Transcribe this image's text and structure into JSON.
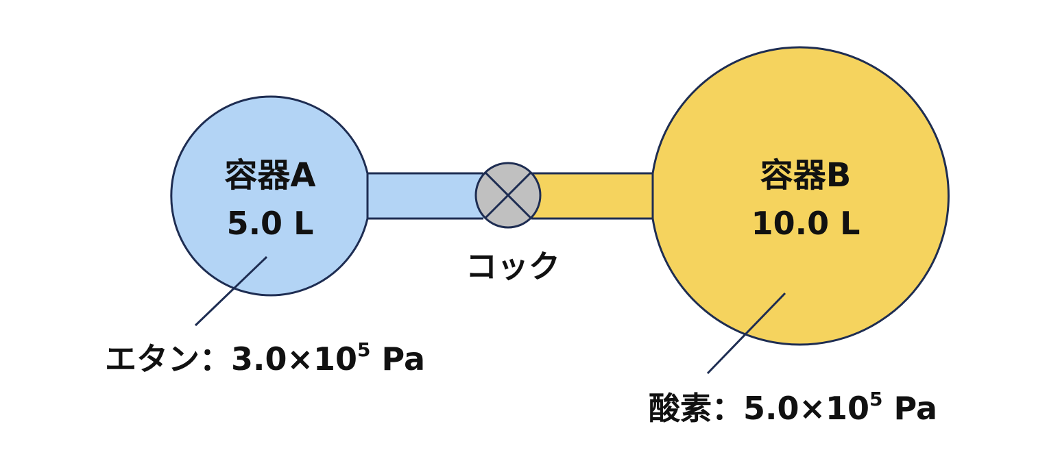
{
  "container_a": {
    "name": "容器A",
    "volume": "5.0 L",
    "gas_label": "エタン：3.0×10",
    "gas_exponent": "5",
    "gas_unit": " Pa",
    "fill_color": "#b3d4f5"
  },
  "container_b": {
    "name": "容器B",
    "volume": "10.0 L",
    "gas_label": "酸素：5.0×10",
    "gas_exponent": "5",
    "gas_unit": " Pa",
    "fill_color": "#f5d35e"
  },
  "valve": {
    "label": "コック",
    "fill_color": "#c0c0c0"
  },
  "outline_color": "#1e2d52"
}
